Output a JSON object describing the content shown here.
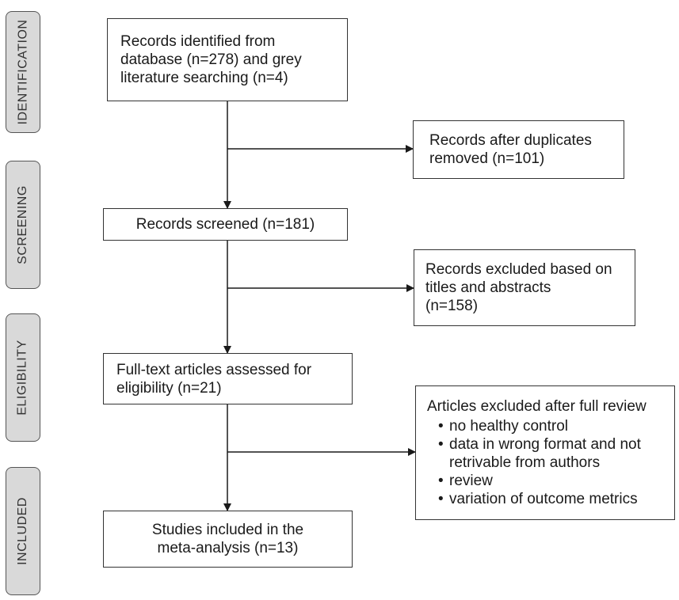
{
  "stages": [
    "IDENTIFICATION",
    "SCREENING",
    "ELIGIBILITY",
    "INCLUDED"
  ],
  "boxes": {
    "identified": [
      "Records identified from",
      "database (n=278) and grey",
      "literature searching (n=4)"
    ],
    "duplicates": [
      "Records after duplicates",
      "removed (n=101)"
    ],
    "screened": [
      "Records screened (n=181)"
    ],
    "excluded_titles": [
      "Records excluded based on",
      "titles and abstracts",
      "(n=158)"
    ],
    "fulltext": [
      "Full-text articles assessed for",
      "eligibility (n=21)"
    ],
    "excluded_full": {
      "title": "Articles excluded after full review",
      "reasons": [
        "no healthy control",
        "data in wrong format and not",
        "retrivable from authors",
        "review",
        "variation of outcome metrics"
      ]
    },
    "included": [
      "Studies included in the",
      "meta-analysis (n=13)"
    ]
  }
}
